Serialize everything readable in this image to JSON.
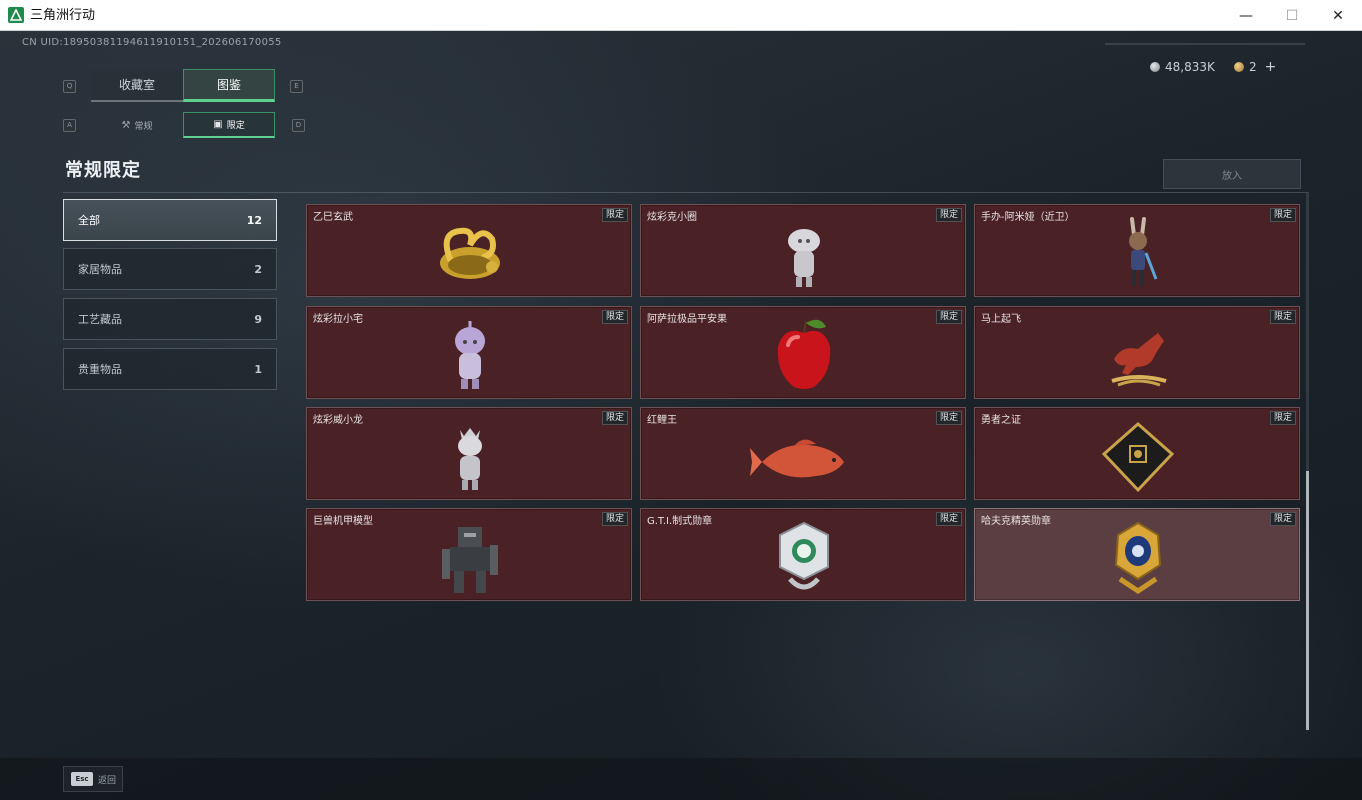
{
  "window": {
    "title": "三角洲行动",
    "minimize_glyph": "—",
    "maximize_glyph": "☐",
    "close_glyph": "✕"
  },
  "header": {
    "uid": "CN UID:18950381194611910151_202606170055",
    "currencies": [
      {
        "icon": "silver-coin-icon",
        "value": "48,833K"
      },
      {
        "icon": "gold-coin-icon",
        "value": "2"
      }
    ],
    "plus_label": "+"
  },
  "tabs": {
    "key_prev": "Q",
    "key_next": "E",
    "items": [
      {
        "label": "收藏室",
        "active": false
      },
      {
        "label": "图鉴",
        "active": true
      }
    ]
  },
  "subtabs": {
    "key_prev": "A",
    "key_next": "D",
    "items": [
      {
        "label": "常规",
        "icon": "wrench-icon",
        "icon_glyph": "⚒",
        "active": false
      },
      {
        "label": "限定",
        "icon": "image-icon",
        "icon_glyph": "▣",
        "active": true
      }
    ]
  },
  "section": {
    "title": "常规限定",
    "put_button": "放入"
  },
  "categories": [
    {
      "label": "全部",
      "count": "12",
      "active": true
    },
    {
      "label": "家居物品",
      "count": "2",
      "active": false
    },
    {
      "label": "工艺藏品",
      "count": "9",
      "active": false
    },
    {
      "label": "贵重物品",
      "count": "1",
      "active": false
    }
  ],
  "items": [
    {
      "name": "乙巳玄武",
      "tag": "限定",
      "icon": "golden-serpent-tortoise-icon"
    },
    {
      "name": "炫彩克小圈",
      "tag": "限定",
      "icon": "figurine-icon"
    },
    {
      "name": "手办-阿米娅（近卫）",
      "tag": "限定",
      "icon": "anime-figure-icon"
    },
    {
      "name": "炫彩拉小宅",
      "tag": "限定",
      "icon": "figurine-icon"
    },
    {
      "name": "阿萨拉极品平安果",
      "tag": "限定",
      "icon": "red-apple-icon"
    },
    {
      "name": "马上起飞",
      "tag": "限定",
      "icon": "horse-statue-icon"
    },
    {
      "name": "炫彩威小龙",
      "tag": "限定",
      "icon": "figurine-icon"
    },
    {
      "name": "红鲤王",
      "tag": "限定",
      "icon": "red-carp-icon"
    },
    {
      "name": "勇者之证",
      "tag": "限定",
      "icon": "card-emblem-icon"
    },
    {
      "name": "巨兽机甲模型",
      "tag": "限定",
      "icon": "mech-model-icon"
    },
    {
      "name": "G.T.I.制式勋章",
      "tag": "限定",
      "icon": "silver-medal-icon"
    },
    {
      "name": "哈夫克精英勋章",
      "tag": "限定",
      "icon": "gold-medal-icon"
    }
  ],
  "footer": {
    "esc_key": "Esc",
    "back_label": "返回"
  },
  "colors": {
    "accent_green": "#5fd18f",
    "card_bg": "#4a2226",
    "card_hover_bg": "#5b3e41"
  }
}
